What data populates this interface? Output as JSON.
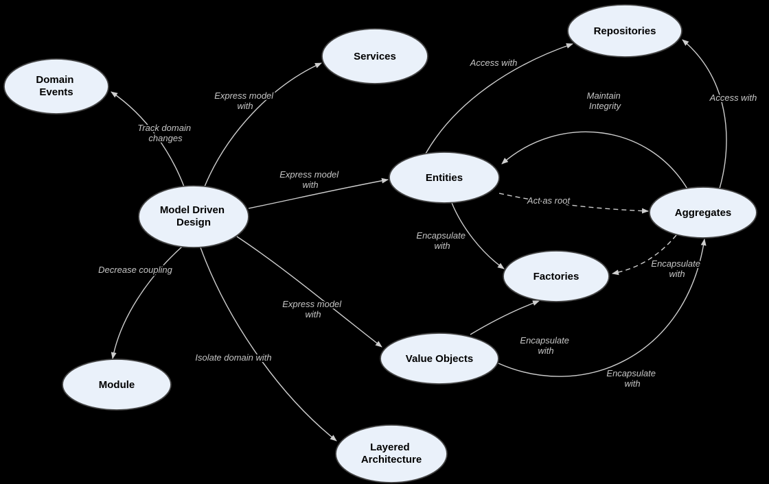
{
  "diagram_type": "concept-map",
  "nodes": {
    "domain_events": {
      "label": "Domain Events",
      "lines": [
        "Domain",
        "Events"
      ]
    },
    "services": {
      "label": "Services",
      "lines": [
        "Services"
      ]
    },
    "repositories": {
      "label": "Repositories",
      "lines": [
        "Repositories"
      ]
    },
    "model_driven_design": {
      "label": "Model Driven Design",
      "lines": [
        "Model Driven",
        "Design"
      ]
    },
    "entities": {
      "label": "Entities",
      "lines": [
        "Entities"
      ]
    },
    "aggregates": {
      "label": "Aggregates",
      "lines": [
        "Aggregates"
      ]
    },
    "factories": {
      "label": "Factories",
      "lines": [
        "Factories"
      ]
    },
    "module": {
      "label": "Module",
      "lines": [
        "Module"
      ]
    },
    "value_objects": {
      "label": "Value Objects",
      "lines": [
        "Value Objects"
      ]
    },
    "layered_architecture": {
      "label": "Layered Architecture",
      "lines": [
        "Layered",
        "Architecture"
      ]
    }
  },
  "edges": {
    "track_domain_changes": {
      "from": "model_driven_design",
      "to": "domain_events",
      "label": "Track domain changes",
      "lines": [
        "Track domain",
        "changes"
      ],
      "style": "solid"
    },
    "express_model_services": {
      "from": "model_driven_design",
      "to": "services",
      "label": "Express model with",
      "lines": [
        "Express model",
        "with"
      ],
      "style": "solid"
    },
    "express_model_entities": {
      "from": "model_driven_design",
      "to": "entities",
      "label": "Express model with",
      "lines": [
        "Express model",
        "with"
      ],
      "style": "solid"
    },
    "express_model_value_objects": {
      "from": "model_driven_design",
      "to": "value_objects",
      "label": "Express model with",
      "lines": [
        "Express model",
        "with"
      ],
      "style": "solid"
    },
    "decrease_coupling": {
      "from": "model_driven_design",
      "to": "module",
      "label": "Decrease coupling",
      "lines": [
        "Decrease coupling"
      ],
      "style": "solid"
    },
    "isolate_domain": {
      "from": "model_driven_design",
      "to": "layered_architecture",
      "label": "Isolate domain with",
      "lines": [
        "Isolate domain with"
      ],
      "style": "solid"
    },
    "entities_access_repositories": {
      "from": "entities",
      "to": "repositories",
      "label": "Access with",
      "lines": [
        "Access with"
      ],
      "style": "solid"
    },
    "maintain_integrity": {
      "from": "aggregates",
      "to": "entities",
      "label": "Maintain Integrity",
      "lines": [
        "Maintain",
        "Integrity"
      ],
      "style": "solid"
    },
    "aggregates_access_repositories": {
      "from": "aggregates",
      "to": "repositories",
      "label": "Access with",
      "lines": [
        "Access with"
      ],
      "style": "solid"
    },
    "act_as_root": {
      "from": "entities",
      "to": "aggregates",
      "label": "Act as root",
      "lines": [
        "Act as root"
      ],
      "style": "dashed"
    },
    "entities_encapsulate_factories": {
      "from": "entities",
      "to": "factories",
      "label": "Encapsulate with",
      "lines": [
        "Encapsulate",
        "with"
      ],
      "style": "solid"
    },
    "aggregates_encapsulate_factories": {
      "from": "aggregates",
      "to": "factories",
      "label": "Encapsulate with",
      "lines": [
        "Encapsulate",
        "with"
      ],
      "style": "dashed"
    },
    "value_objects_encapsulate_factories": {
      "from": "value_objects",
      "to": "factories",
      "label": "Encapsulate with",
      "lines": [
        "Encapsulate",
        "with"
      ],
      "style": "solid"
    },
    "value_objects_encapsulate_aggregates": {
      "from": "value_objects",
      "to": "aggregates",
      "label": "Encapsulate with",
      "lines": [
        "Encapsulate",
        "with"
      ],
      "style": "solid"
    }
  },
  "colors": {
    "background": "#000000",
    "node_fill": "#eaf1fa",
    "node_stroke": "#444444",
    "node_text": "#000000",
    "edge": "#cfcfcf",
    "edge_label": "#c6c6c6",
    "arrow": "#cfcfcf"
  }
}
